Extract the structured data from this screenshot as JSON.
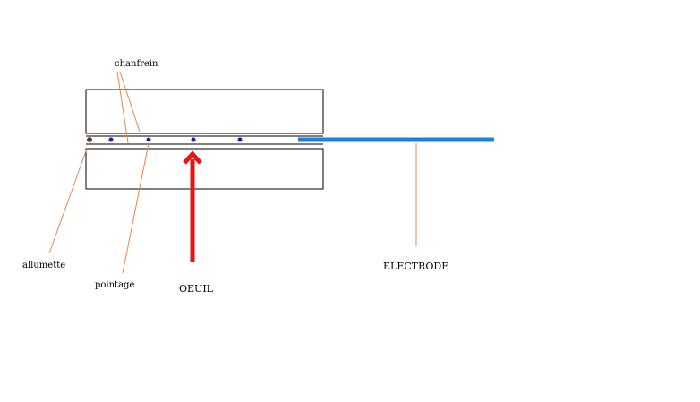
{
  "labels": {
    "chanfrein": "chanfrein",
    "allumette": "allumette",
    "pointage": "pointage",
    "oeuil": "OEUIL",
    "electrode": "ELECTRODE"
  },
  "colors": {
    "electrode": "#1e7fe0",
    "arrow": "#ee1111",
    "leader": "#e08850",
    "dots": "#1c1cb4",
    "match_head": "#7a3d10",
    "outline": "#000000"
  }
}
